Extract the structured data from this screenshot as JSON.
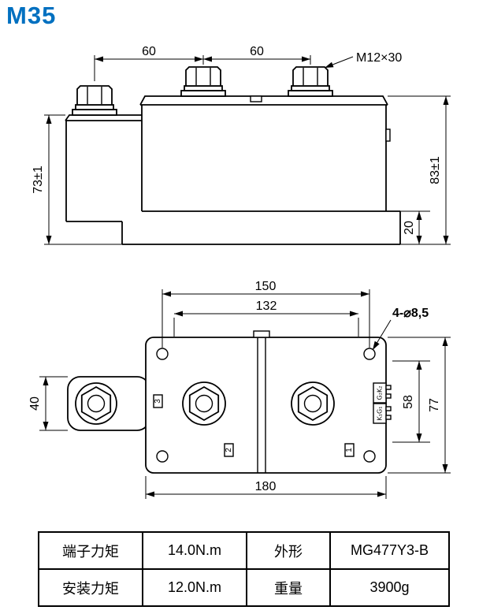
{
  "title": "M35",
  "colors": {
    "accent": "#0070C0",
    "line": "#000000"
  },
  "side_view": {
    "dim_pitch_1": "60",
    "dim_pitch_2": "60",
    "bolt_spec": "M12×30",
    "dim_height_left": "73±1",
    "dim_height_right": "83±1",
    "dim_base_thickness": "20"
  },
  "top_view": {
    "dim_hole_spacing": "150",
    "dim_inner_spacing": "132",
    "hole_spec": "4-⌀8,5",
    "dim_tab_width": "40",
    "dim_terminal_spacing": "58",
    "dim_body_width": "77",
    "dim_body_length": "180",
    "terminal_label_top": "G₂K₂",
    "terminal_label_bottom": "K₁G₁",
    "mark_left": "3",
    "mark_mid": "2",
    "mark_right": "1"
  },
  "table": {
    "rows": [
      {
        "c1": "端子力矩",
        "c2": "14.0N.m",
        "c3": "外形",
        "c4": "MG477Y3-B"
      },
      {
        "c1": "安装力矩",
        "c2": "12.0N.m",
        "c3": "重量",
        "c4": "3900g"
      }
    ]
  }
}
